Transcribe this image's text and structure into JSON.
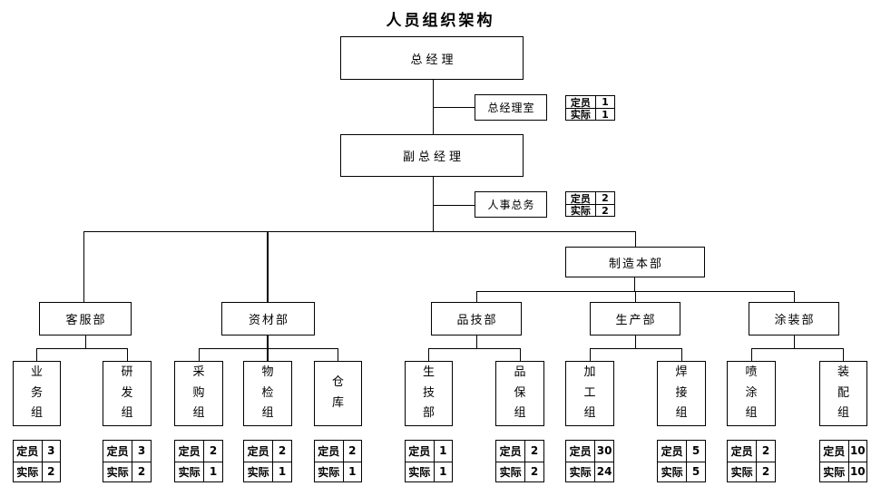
{
  "title": "人员组织架构",
  "labels": {
    "quota": "定员",
    "actual": "实际"
  },
  "executives": {
    "gm": "总经理",
    "deputy_gm": "副总经理"
  },
  "staff_offices": [
    {
      "name": "总经理室",
      "quota": "1",
      "actual": "1"
    },
    {
      "name": "人事总务",
      "quota": "2",
      "actual": "2"
    }
  ],
  "division": {
    "name": "制造本部"
  },
  "departments": [
    {
      "name": "客服部"
    },
    {
      "name": "资材部"
    },
    {
      "name": "品技部"
    },
    {
      "name": "生产部"
    },
    {
      "name": "涂装部"
    }
  ],
  "groups": [
    {
      "name": "业务组",
      "quota": "3",
      "actual": "2"
    },
    {
      "name": "研发组",
      "quota": "3",
      "actual": "2"
    },
    {
      "name": "采购组",
      "quota": "2",
      "actual": "1"
    },
    {
      "name": "物检组",
      "quota": "2",
      "actual": "1"
    },
    {
      "name": "仓库",
      "quota": "2",
      "actual": "1"
    },
    {
      "name": "生技部",
      "quota": "1",
      "actual": "1"
    },
    {
      "name": "品保组",
      "quota": "2",
      "actual": "2"
    },
    {
      "name": "加工组",
      "quota": "30",
      "actual": "24"
    },
    {
      "name": "焊接组",
      "quota": "5",
      "actual": "5"
    },
    {
      "name": "喷涂组",
      "quota": "2",
      "actual": "2"
    },
    {
      "name": "装配组",
      "quota": "10",
      "actual": "10"
    }
  ]
}
